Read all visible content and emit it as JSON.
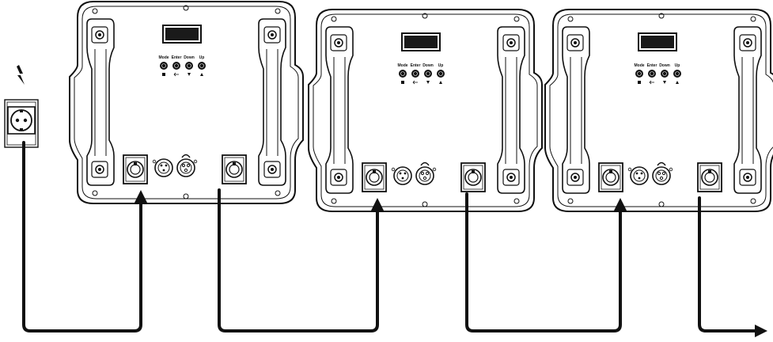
{
  "fixtures": [
    {
      "buttons": [
        {
          "label": "Mode"
        },
        {
          "label": "Enter"
        },
        {
          "label": "Down"
        },
        {
          "label": "Up"
        }
      ]
    },
    {
      "buttons": [
        {
          "label": "Mode"
        },
        {
          "label": "Enter"
        },
        {
          "label": "Down"
        },
        {
          "label": "Up"
        }
      ]
    },
    {
      "buttons": [
        {
          "label": "Mode"
        },
        {
          "label": "Enter"
        },
        {
          "label": "Down"
        },
        {
          "label": "Up"
        }
      ]
    }
  ],
  "icons": {
    "power": "lightning-bolt-icon",
    "outlet": "schuko-wall-socket-icon",
    "power_in": "powercon-input-icon",
    "power_out": "powercon-output-icon",
    "dmx_in": "xlr-in-icon",
    "dmx_out": "xlr-out-icon",
    "arrow": "arrow-icon"
  },
  "colors": {
    "line": "#111111",
    "background": "#ffffff",
    "display": "#1a1a1a"
  }
}
